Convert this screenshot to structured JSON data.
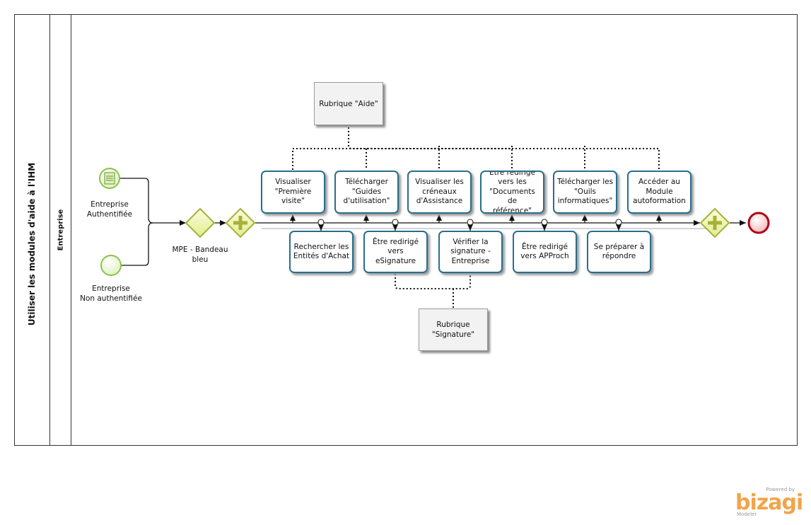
{
  "pool": {
    "title": "Utiliser les modules d'aide à l'IHM"
  },
  "lane": {
    "title": "Entreprise"
  },
  "events": {
    "start_authenticated": "Entreprise\nAuthentifiée",
    "start_non_authenticated": "Entreprise\nNon authentifiée"
  },
  "gateway": {
    "label": "MPE - Bandeau\nbleu"
  },
  "tasks_top": [
    "Visualiser\n\"Première\nvisite\"",
    "Télécharger\n\"Guides\nd'utilisation\"",
    "Visualiser les\ncréneaux\nd'Assistance",
    "Etre redirigé\nvers les\n\"Documents de\nréférence\"",
    "Télécharger les\n\"Ouils\ninformatiques\"",
    "Accéder au\nModule\nautoformation"
  ],
  "tasks_bottom": [
    "Rechercher les\nEntités d'Achat",
    "Être redirigé\nvers eSignature",
    "Vérifier la\nsignature -\nEntreprise",
    "Être redirigé\nvers APProch",
    "Se préparer à\nrépondre"
  ],
  "annotations": {
    "aide": "Rubrique \"Aide\"",
    "signature": "Rubrique\n\"Signature\""
  },
  "branding": {
    "powered_by": "Powered by",
    "logo": "bizagi",
    "product": "Modeler"
  },
  "colors": {
    "task_border": "#2a6e8c",
    "start_event": "#8bc34a",
    "end_event": "#b0001a",
    "gateway_fill": "#eef5a6",
    "gateway_border": "#a6b13a",
    "brand": "#f2a44a"
  }
}
